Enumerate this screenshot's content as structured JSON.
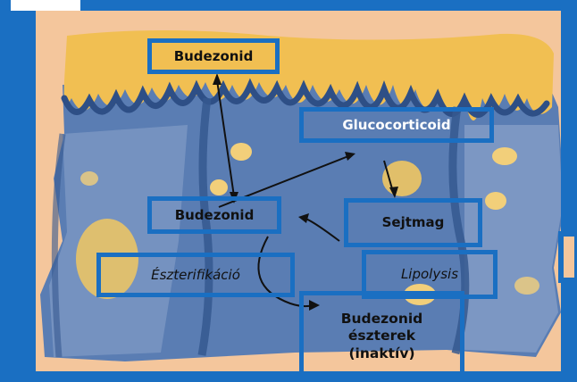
{
  "colors": {
    "background": "#f4c69c",
    "frame_border": "#1a6fc2",
    "villus_yellow": "#f1bf52",
    "cell_blue": "#4d74ab",
    "label_border": "#1a6fc2"
  },
  "labels": {
    "budezonid_top": "Budezonid",
    "glucocorticoid": "Glucocorticoid",
    "budezonid_mid": "Budezonid",
    "sejtmag": "Sejtmag",
    "eszterifikacio": "Észterifikáció",
    "lipolysis": "Lipolysis",
    "budezonid_eszterek": "Budezonid\nészterek\n(inaktív)"
  }
}
